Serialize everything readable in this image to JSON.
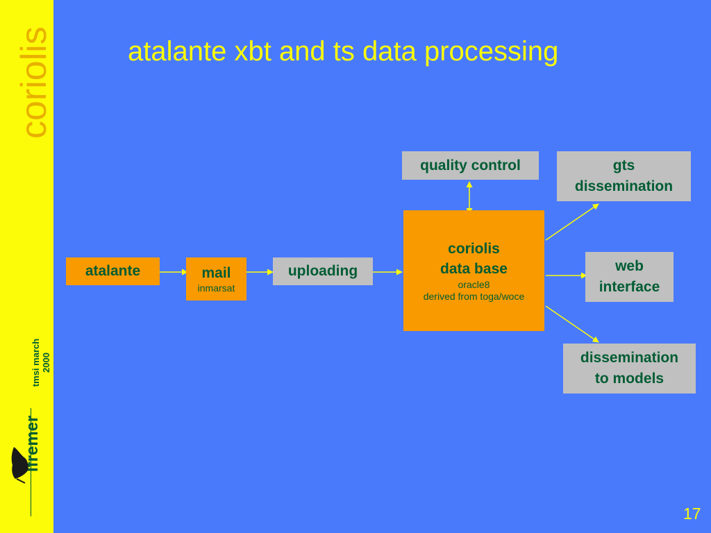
{
  "slide": {
    "title": "atalante xbt and ts data processing",
    "page_number": "17"
  },
  "sidebar": {
    "brand": "coriolis",
    "note_line1": "tmsi march",
    "note_line2": "2000",
    "logo_text": "Ifremer"
  },
  "nodes": {
    "atalante": "atalante",
    "mail": "mail",
    "mail_sub": "inmarsat",
    "uploading": "uploading",
    "db_line1": "coriolis",
    "db_line2": "data base",
    "db_sub1": "oracle8",
    "db_sub2": "derived from toga/woce",
    "quality_control": "quality control",
    "gts_line1": "gts",
    "gts_line2": "dissemination",
    "web_line1": "web",
    "web_line2": "interface",
    "models_line1": "dissemination",
    "models_line2": "to models"
  },
  "colors": {
    "background": "#4a7afc",
    "sidebar": "#fcfc08",
    "title": "#fcfc08",
    "box_grey": "#c0c0c0",
    "box_orange": "#f99a00",
    "box_text": "#005c33",
    "arrow": "#fcfc08"
  }
}
